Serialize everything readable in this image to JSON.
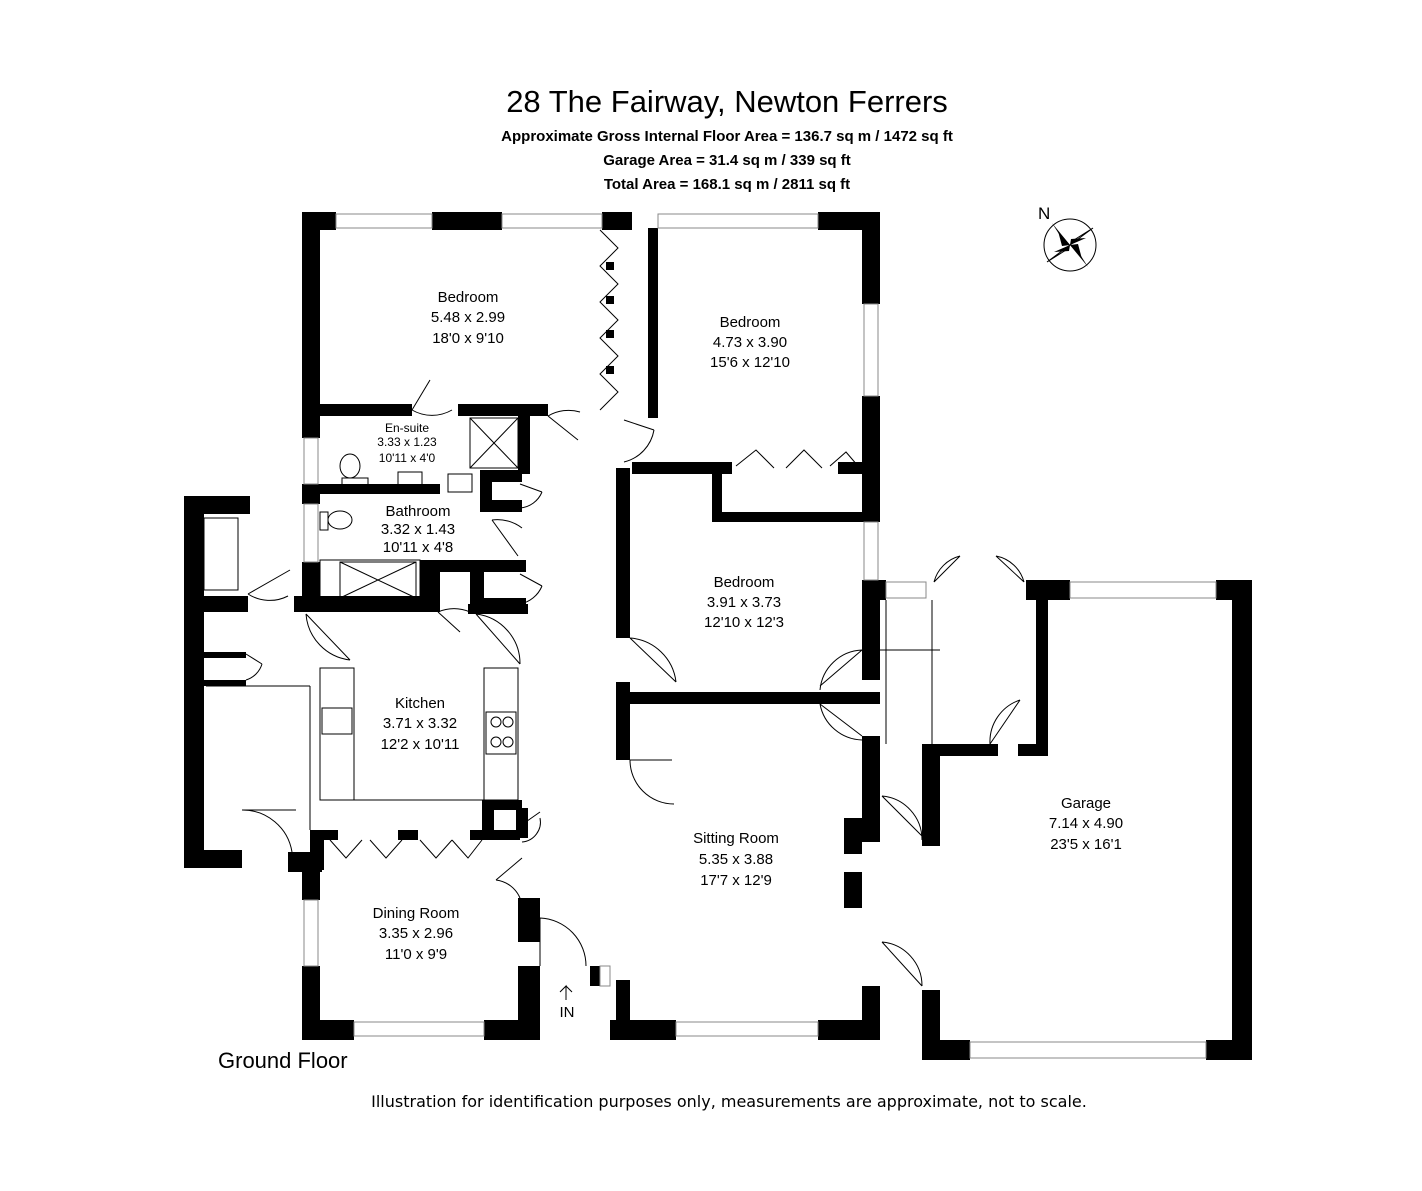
{
  "header": {
    "title": "28 The Fairway, Newton Ferrers",
    "line1": "Approximate Gross Internal Floor Area  = 136.7 sq m / 1472 sq ft",
    "line2": "Garage Area = 31.4 sq m / 339 sq ft",
    "line3": "Total Area = 168.1 sq m / 2811 sq ft"
  },
  "compass": {
    "label": "N"
  },
  "floor_label": "Ground Floor",
  "entrance_label": "IN",
  "rooms": {
    "bedroom1": {
      "name": "Bedroom",
      "metric": "5.48 x 2.99",
      "imperial": "18'0 x 9'10"
    },
    "bedroom2": {
      "name": "Bedroom",
      "metric": "4.73 x 3.90",
      "imperial": "15'6 x 12'10"
    },
    "ensuite": {
      "name": "En-suite",
      "metric": "3.33 x 1.23",
      "imperial": "10'11 x 4'0"
    },
    "bathroom": {
      "name": "Bathroom",
      "metric": "3.32 x 1.43",
      "imperial": "10'11 x 4'8"
    },
    "bedroom3": {
      "name": "Bedroom",
      "metric": "3.91 x 3.73",
      "imperial": "12'10 x 12'3"
    },
    "kitchen": {
      "name": "Kitchen",
      "metric": "3.71 x 3.32",
      "imperial": "12'2 x 10'11"
    },
    "sitting": {
      "name": "Sitting Room",
      "metric": "5.35 x 3.88",
      "imperial": "17'7 x 12'9"
    },
    "dining": {
      "name": "Dining Room",
      "metric": "3.35 x 2.96",
      "imperial": "11'0 x 9'9"
    },
    "garage": {
      "name": "Garage",
      "metric": "7.14 x 4.90",
      "imperial": "23'5 x 16'1"
    }
  },
  "disclaimer": "Illustration for identification purposes only, measurements are approximate, not to scale."
}
